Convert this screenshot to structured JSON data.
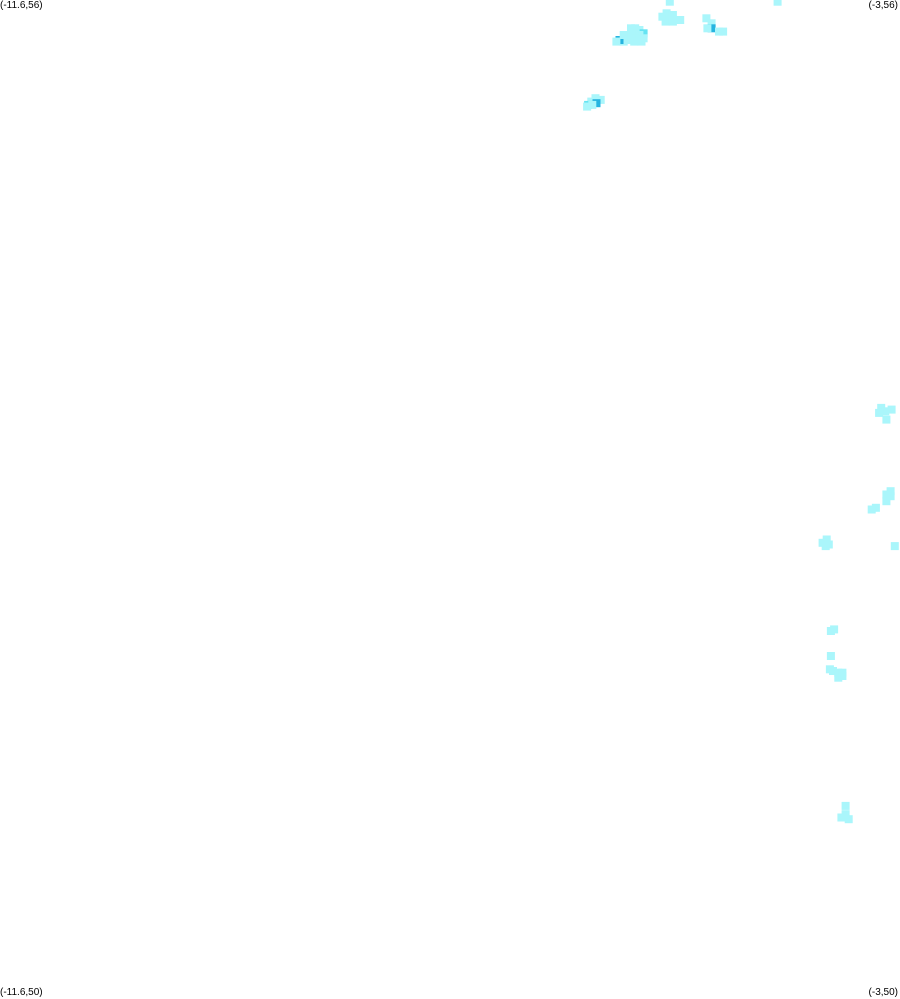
{
  "map": {
    "corners": {
      "top_left": "(-11.6,56)",
      "top_right": "(-3,56)",
      "bottom_left": "(-11.6,50)",
      "bottom_right": "(-3,50)"
    },
    "extent": {
      "lon_min": -11.6,
      "lon_max": -3,
      "lat_min": 50,
      "lat_max": 56
    },
    "palette": {
      "low": "#aaf6fb",
      "mid": "#66e4f2",
      "high": "#26b4e0"
    },
    "cells": [
      {
        "lon": -5.23,
        "lat": 55.92,
        "v": 1
      },
      {
        "lon": -5.27,
        "lat": 55.9,
        "v": 1
      },
      {
        "lon": -5.17,
        "lat": 55.91,
        "v": 1
      },
      {
        "lon": -5.2,
        "lat": 55.88,
        "v": 1
      },
      {
        "lon": -5.14,
        "lat": 55.88,
        "v": 1
      },
      {
        "lon": -5.1,
        "lat": 55.88,
        "v": 1
      },
      {
        "lon": -5.24,
        "lat": 55.87,
        "v": 1
      },
      {
        "lon": -5.17,
        "lat": 55.87,
        "v": 1
      },
      {
        "lon": -4.85,
        "lat": 55.89,
        "v": 1
      },
      {
        "lon": -4.8,
        "lat": 55.86,
        "v": 1
      },
      {
        "lon": -4.17,
        "lat": 55.99,
        "v": 1
      },
      {
        "lon": -5.2,
        "lat": 55.99,
        "v": 1
      },
      {
        "lon": -4.8,
        "lat": 55.83,
        "v": 3
      },
      {
        "lon": -4.84,
        "lat": 55.83,
        "v": 1
      },
      {
        "lon": -4.73,
        "lat": 55.81,
        "v": 1
      },
      {
        "lon": -4.69,
        "lat": 55.81,
        "v": 1
      },
      {
        "lon": -5.53,
        "lat": 55.83,
        "v": 1
      },
      {
        "lon": -5.57,
        "lat": 55.83,
        "v": 1
      },
      {
        "lon": -5.49,
        "lat": 55.82,
        "v": 1
      },
      {
        "lon": -5.53,
        "lat": 55.8,
        "v": 1
      },
      {
        "lon": -5.45,
        "lat": 55.8,
        "v": 2
      },
      {
        "lon": -5.57,
        "lat": 55.79,
        "v": 1
      },
      {
        "lon": -5.49,
        "lat": 55.79,
        "v": 1
      },
      {
        "lon": -5.61,
        "lat": 55.78,
        "v": 1
      },
      {
        "lon": -5.53,
        "lat": 55.77,
        "v": 1
      },
      {
        "lon": -5.45,
        "lat": 55.77,
        "v": 1
      },
      {
        "lon": -5.57,
        "lat": 55.76,
        "v": 1
      },
      {
        "lon": -5.49,
        "lat": 55.76,
        "v": 1
      },
      {
        "lon": -5.64,
        "lat": 55.75,
        "v": 1
      },
      {
        "lon": -5.54,
        "lat": 55.75,
        "v": 1
      },
      {
        "lon": -5.68,
        "lat": 55.76,
        "v": 3
      },
      {
        "lon": -5.71,
        "lat": 55.75,
        "v": 1
      },
      {
        "lon": -5.47,
        "lat": 55.75,
        "v": 1
      },
      {
        "lon": -5.64,
        "lat": 55.79,
        "v": 1
      },
      {
        "lon": -5.91,
        "lat": 55.41,
        "v": 1
      },
      {
        "lon": -5.86,
        "lat": 55.4,
        "v": 1
      },
      {
        "lon": -5.95,
        "lat": 55.39,
        "v": 1
      },
      {
        "lon": -5.9,
        "lat": 55.38,
        "v": 3
      },
      {
        "lon": -5.98,
        "lat": 55.37,
        "v": 2
      },
      {
        "lon": -5.94,
        "lat": 55.37,
        "v": 1
      },
      {
        "lon": -5.99,
        "lat": 55.36,
        "v": 1
      },
      {
        "lon": -3.18,
        "lat": 53.55,
        "v": 1
      },
      {
        "lon": -3.14,
        "lat": 53.53,
        "v": 1
      },
      {
        "lon": -3.08,
        "lat": 53.54,
        "v": 1
      },
      {
        "lon": -3.2,
        "lat": 53.52,
        "v": 1
      },
      {
        "lon": -3.13,
        "lat": 53.48,
        "v": 1
      },
      {
        "lon": -3.09,
        "lat": 53.05,
        "v": 1
      },
      {
        "lon": -3.13,
        "lat": 53.03,
        "v": 1
      },
      {
        "lon": -3.09,
        "lat": 53.02,
        "v": 1
      },
      {
        "lon": -3.13,
        "lat": 52.99,
        "v": 1
      },
      {
        "lon": -3.23,
        "lat": 52.95,
        "v": 1
      },
      {
        "lon": -3.27,
        "lat": 52.94,
        "v": 1
      },
      {
        "lon": -3.05,
        "lat": 52.72,
        "v": 1
      },
      {
        "lon": -3.7,
        "lat": 52.76,
        "v": 1
      },
      {
        "lon": -3.74,
        "lat": 52.74,
        "v": 1
      },
      {
        "lon": -3.68,
        "lat": 52.73,
        "v": 1
      },
      {
        "lon": -3.71,
        "lat": 52.72,
        "v": 1
      },
      {
        "lon": -3.66,
        "lat": 52.21,
        "v": 1
      },
      {
        "lon": -3.63,
        "lat": 52.22,
        "v": 1
      },
      {
        "lon": -3.66,
        "lat": 52.06,
        "v": 1
      },
      {
        "lon": -3.67,
        "lat": 51.98,
        "v": 1
      },
      {
        "lon": -3.64,
        "lat": 51.97,
        "v": 1
      },
      {
        "lon": -3.59,
        "lat": 51.96,
        "v": 1
      },
      {
        "lon": -3.55,
        "lat": 51.96,
        "v": 1
      },
      {
        "lon": -3.59,
        "lat": 51.93,
        "v": 1
      },
      {
        "lon": -3.55,
        "lat": 51.94,
        "v": 1
      },
      {
        "lon": -3.52,
        "lat": 51.16,
        "v": 1
      },
      {
        "lon": -3.56,
        "lat": 51.09,
        "v": 1
      },
      {
        "lon": -3.49,
        "lat": 51.08,
        "v": 1
      },
      {
        "lon": -3.52,
        "lat": 51.11,
        "v": 1
      }
    ]
  }
}
